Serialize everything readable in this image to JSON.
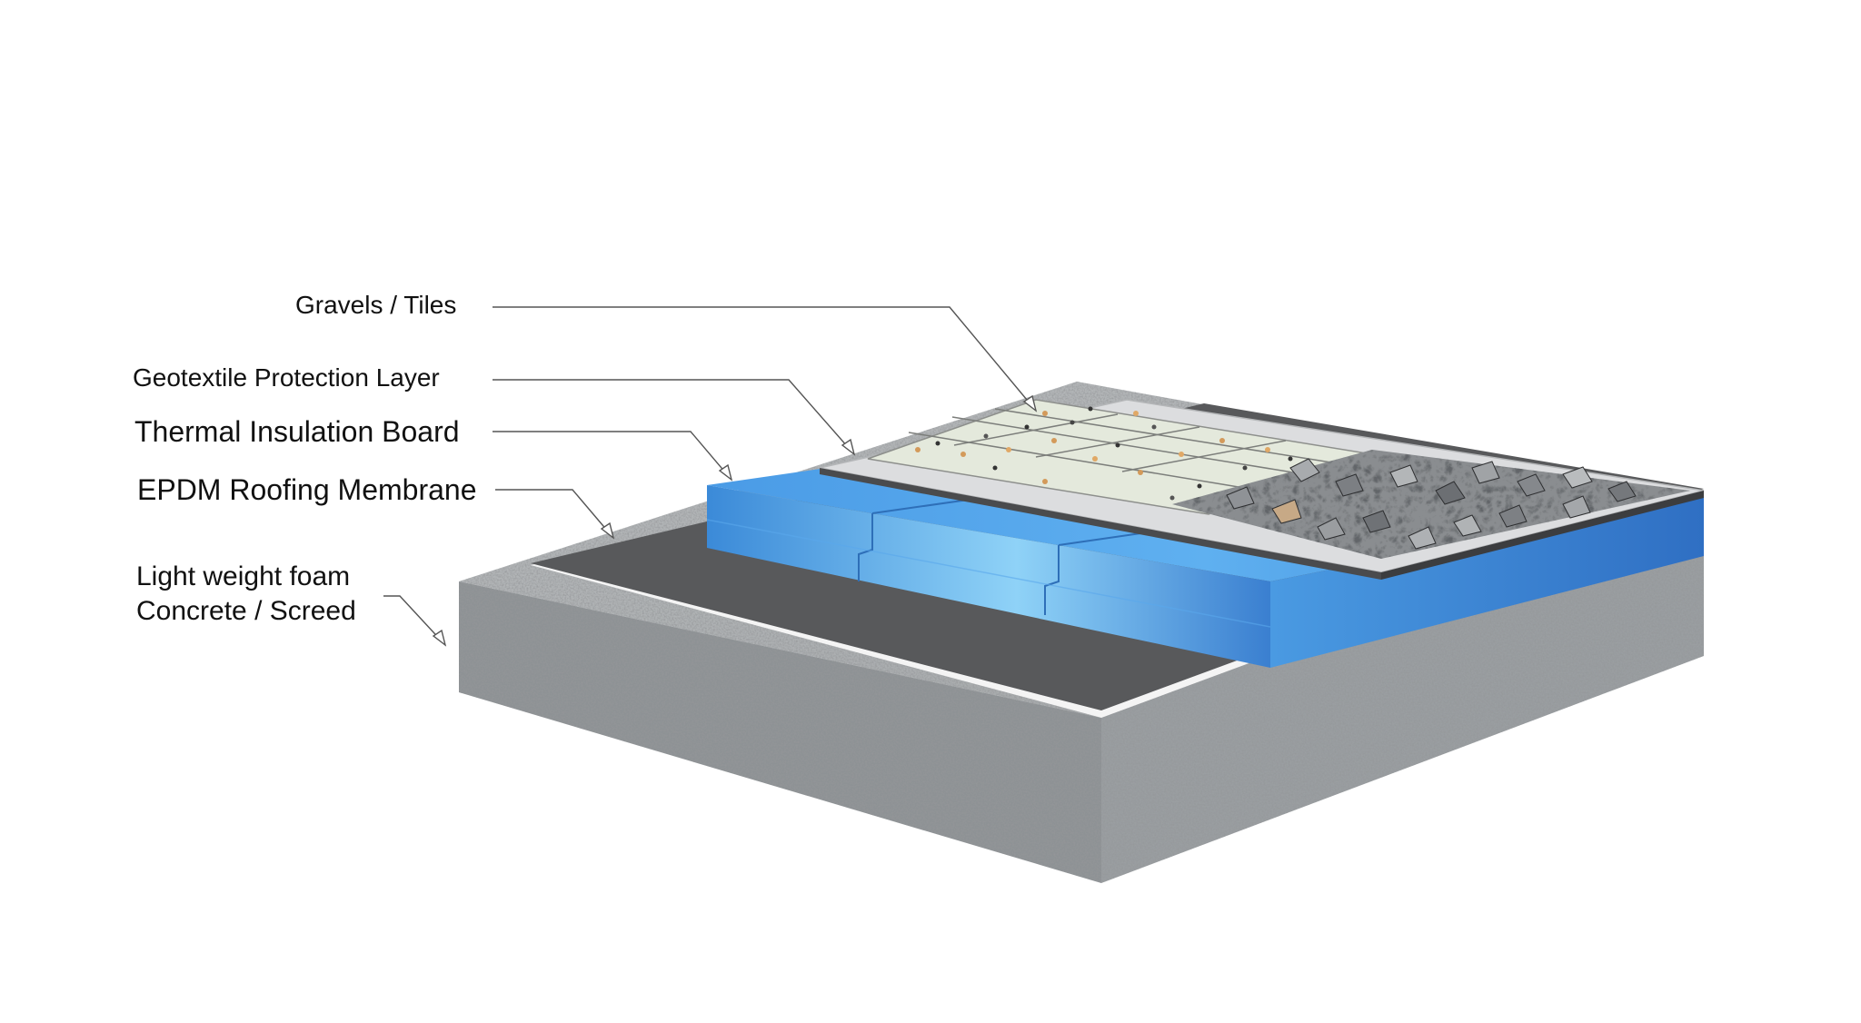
{
  "labels": {
    "gravels_tiles": "Gravels / Tiles",
    "geotextile": "Geotextile Protection Layer",
    "thermal_insulation": "Thermal Insulation Board",
    "epdm_membrane": "EPDM Roofing Membrane",
    "foam_concrete_line1": "Light weight foam",
    "foam_concrete_line2": "Concrete / Screed"
  },
  "colors": {
    "concrete": "#8f9396",
    "membrane": "#58595b",
    "insulation": "#3f8fd9",
    "geotextile": "#d9dadb",
    "tiles": "#e3e8da",
    "gravel": "#6f7276",
    "leader": "#555555"
  }
}
